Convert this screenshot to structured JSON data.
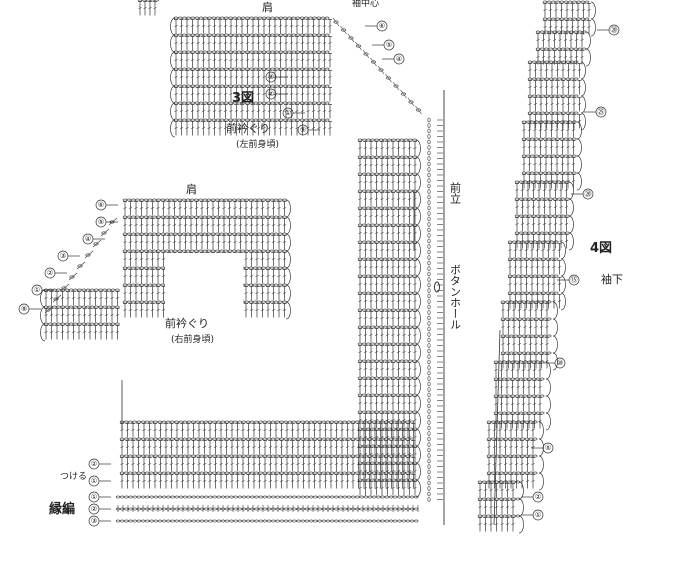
{
  "labels": {
    "shoulder_top": "肩",
    "shoulder_left": "肩",
    "sleeve_center": "袖中心",
    "fig3": "3図",
    "fig4": "4図",
    "neck_left_title": "前衿ぐり",
    "neck_left_sub": "(左前身頃)",
    "neck_right_title": "前衿ぐり",
    "neck_right_sub": "(右前身頃)",
    "front_band": "前立",
    "buttonhole": "ボタンホール",
    "sleeve_under": "袖下",
    "attach": "つける",
    "edging": "縁編"
  },
  "row_marks": {
    "fig3_top": [
      "⑥",
      "⑤",
      "④",
      "③",
      "②",
      "①",
      "⑨"
    ],
    "fig3_left": [
      "⑥",
      "⑤",
      "④",
      "③",
      "②",
      "①",
      "⑨"
    ],
    "fig3_bottom": [
      "②",
      "①",
      "①",
      "②",
      "③"
    ],
    "fig4": [
      "⑳",
      "㉕",
      "⑳",
      "⑮",
      "⑩",
      "⑤",
      "②",
      "①"
    ]
  }
}
